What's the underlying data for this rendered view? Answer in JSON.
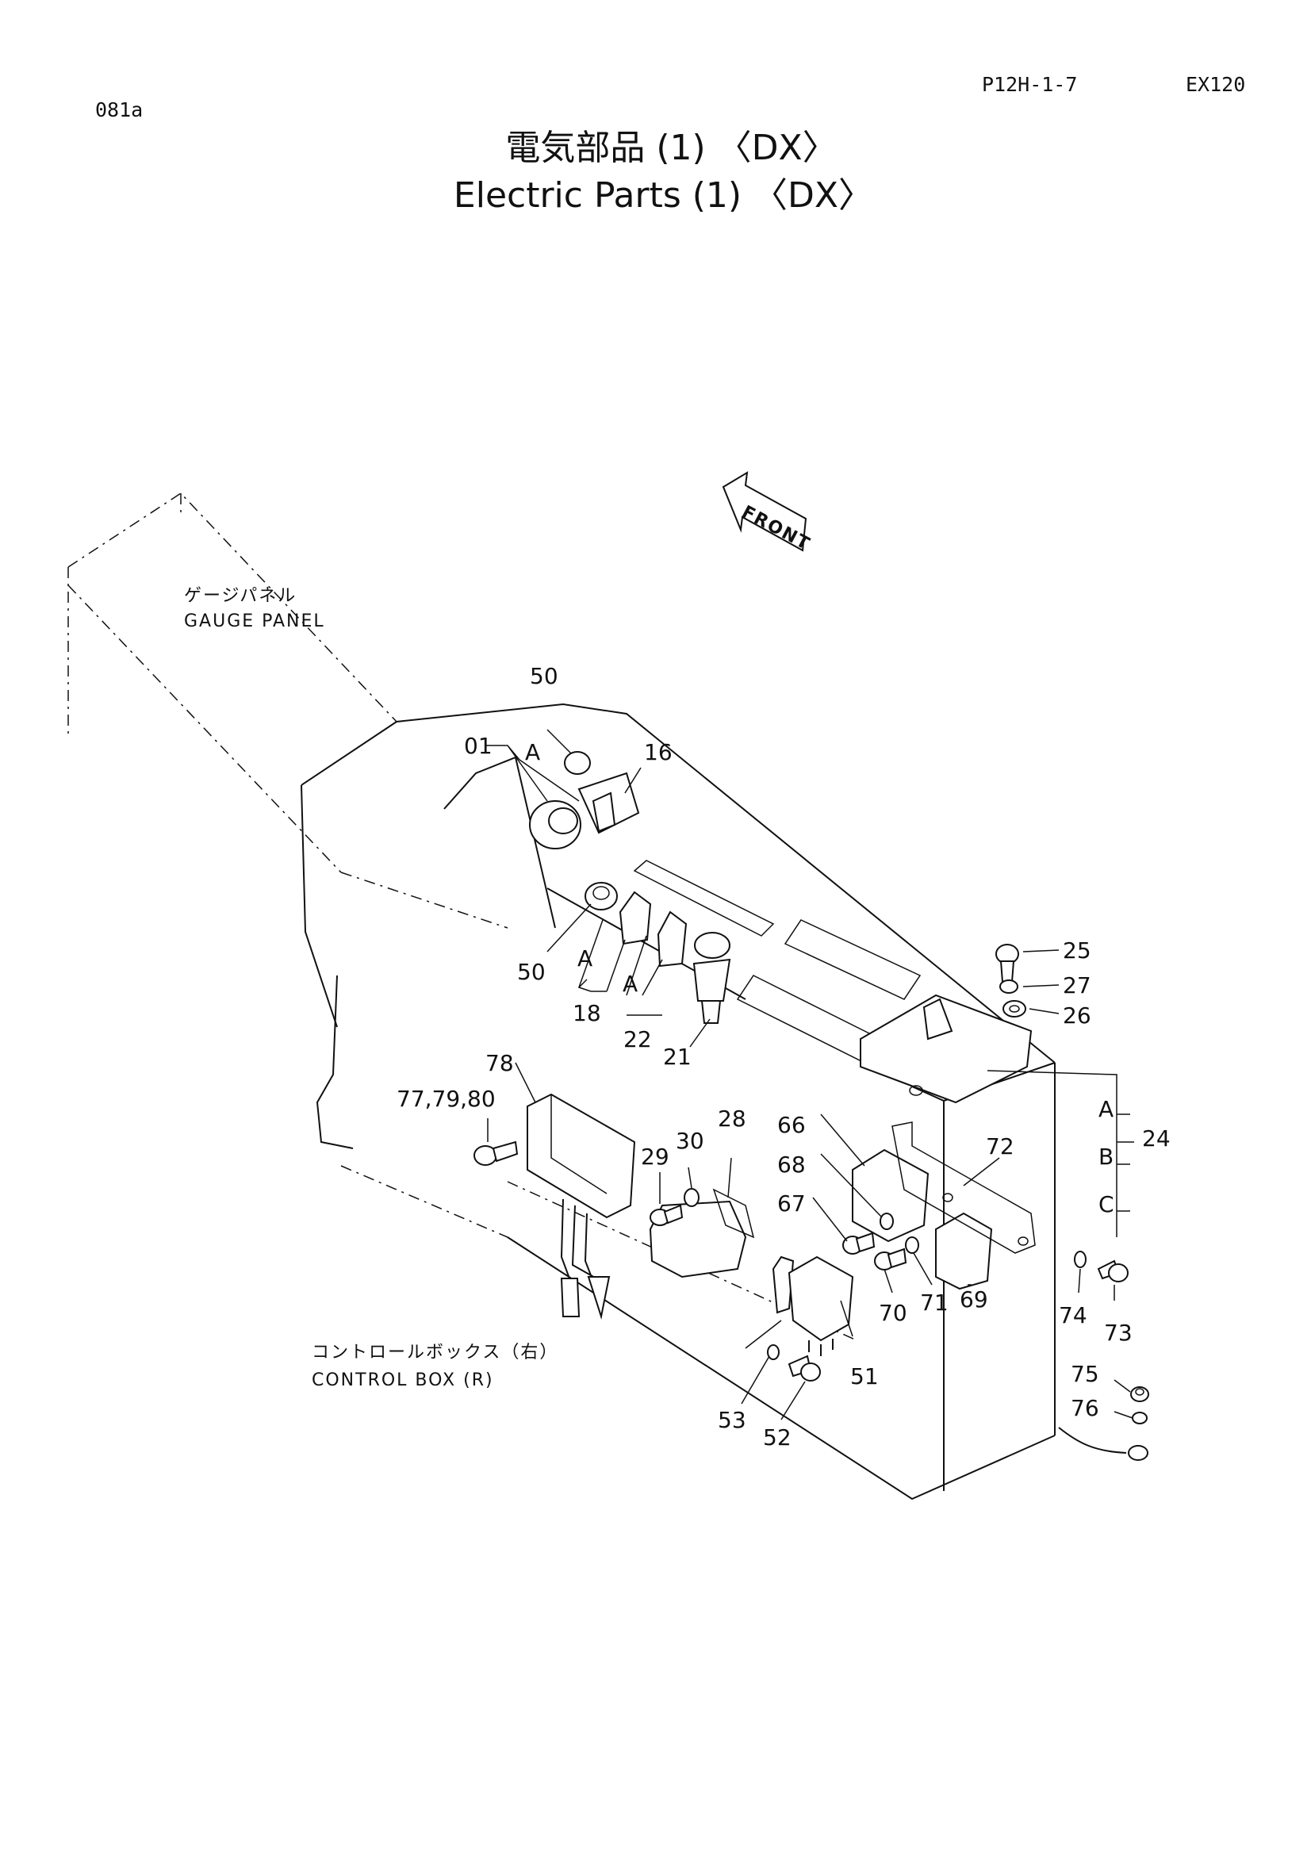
{
  "header": {
    "page_code": "081a",
    "sheet_code": "P12H-1-7",
    "model": "EX120"
  },
  "title": {
    "japanese": "電気部品 (1) 〈DX〉",
    "english": "Electric Parts (1) 〈DX〉"
  },
  "front_arrow": {
    "label": "FRONT"
  },
  "notes": {
    "gauge_panel_jp": "ゲージパネル",
    "gauge_panel_en": "GAUGE PANEL",
    "control_box_jp": "コントロールボックス（右）",
    "control_box_en": "CONTROL BOX (R)"
  },
  "callouts": {
    "c50a": "50",
    "c01": "01",
    "cA1": "A",
    "c16": "16",
    "c50b": "50",
    "cA2": "A",
    "c18": "18",
    "cA3": "A",
    "c22": "22",
    "c21": "21",
    "c25": "25",
    "c27": "27",
    "c26": "26",
    "c78": "78",
    "c77": "77,79,80",
    "c29": "29",
    "c30": "30",
    "c28": "28",
    "c66": "66",
    "c68": "68",
    "c67": "67",
    "c72": "72",
    "cA4": "A",
    "cB": "B",
    "cC": "C",
    "c24": "24",
    "c51": "51",
    "c53": "53",
    "c52": "52",
    "c70": "70",
    "c71": "71",
    "c69": "69",
    "c74": "74",
    "c73": "73",
    "c75": "75",
    "c76": "76"
  }
}
